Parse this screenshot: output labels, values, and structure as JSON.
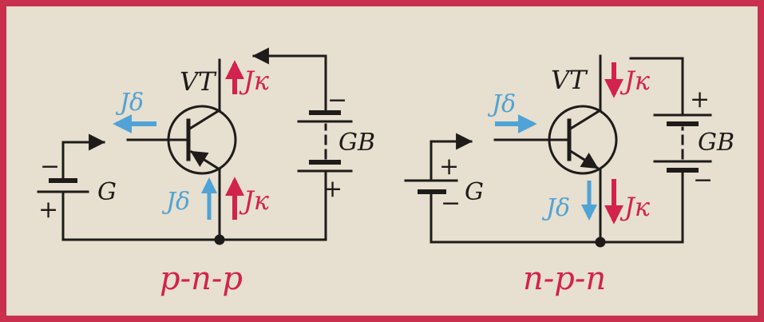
{
  "colors": {
    "frame": "#c8304e",
    "paper": "#e7dfcf",
    "ink": "#1e1b1a",
    "red": "#d2224e",
    "blue": "#4fa3d6"
  },
  "left": {
    "title": "p-n-p",
    "transistor_label": "VT",
    "generator_label": "G",
    "generator_top_sign": "−",
    "generator_bottom_sign": "+",
    "battery_label": "GB",
    "battery_top_sign": "−",
    "battery_bottom_sign": "+",
    "base_current_label": "Jδ",
    "emitter_base_current_label": "Jδ",
    "collector_current_top_label": "Jк",
    "collector_current_bottom_label": "Jк"
  },
  "right": {
    "title": "n-p-n",
    "transistor_label": "VT",
    "generator_label": "G",
    "generator_top_sign": "+",
    "generator_bottom_sign": "−",
    "battery_label": "GB",
    "battery_top_sign": "+",
    "battery_bottom_sign": "−",
    "base_current_label": "Jδ",
    "emitter_base_current_label": "Jδ",
    "collector_current_top_label": "Jк",
    "collector_current_bottom_label": "Jк"
  }
}
